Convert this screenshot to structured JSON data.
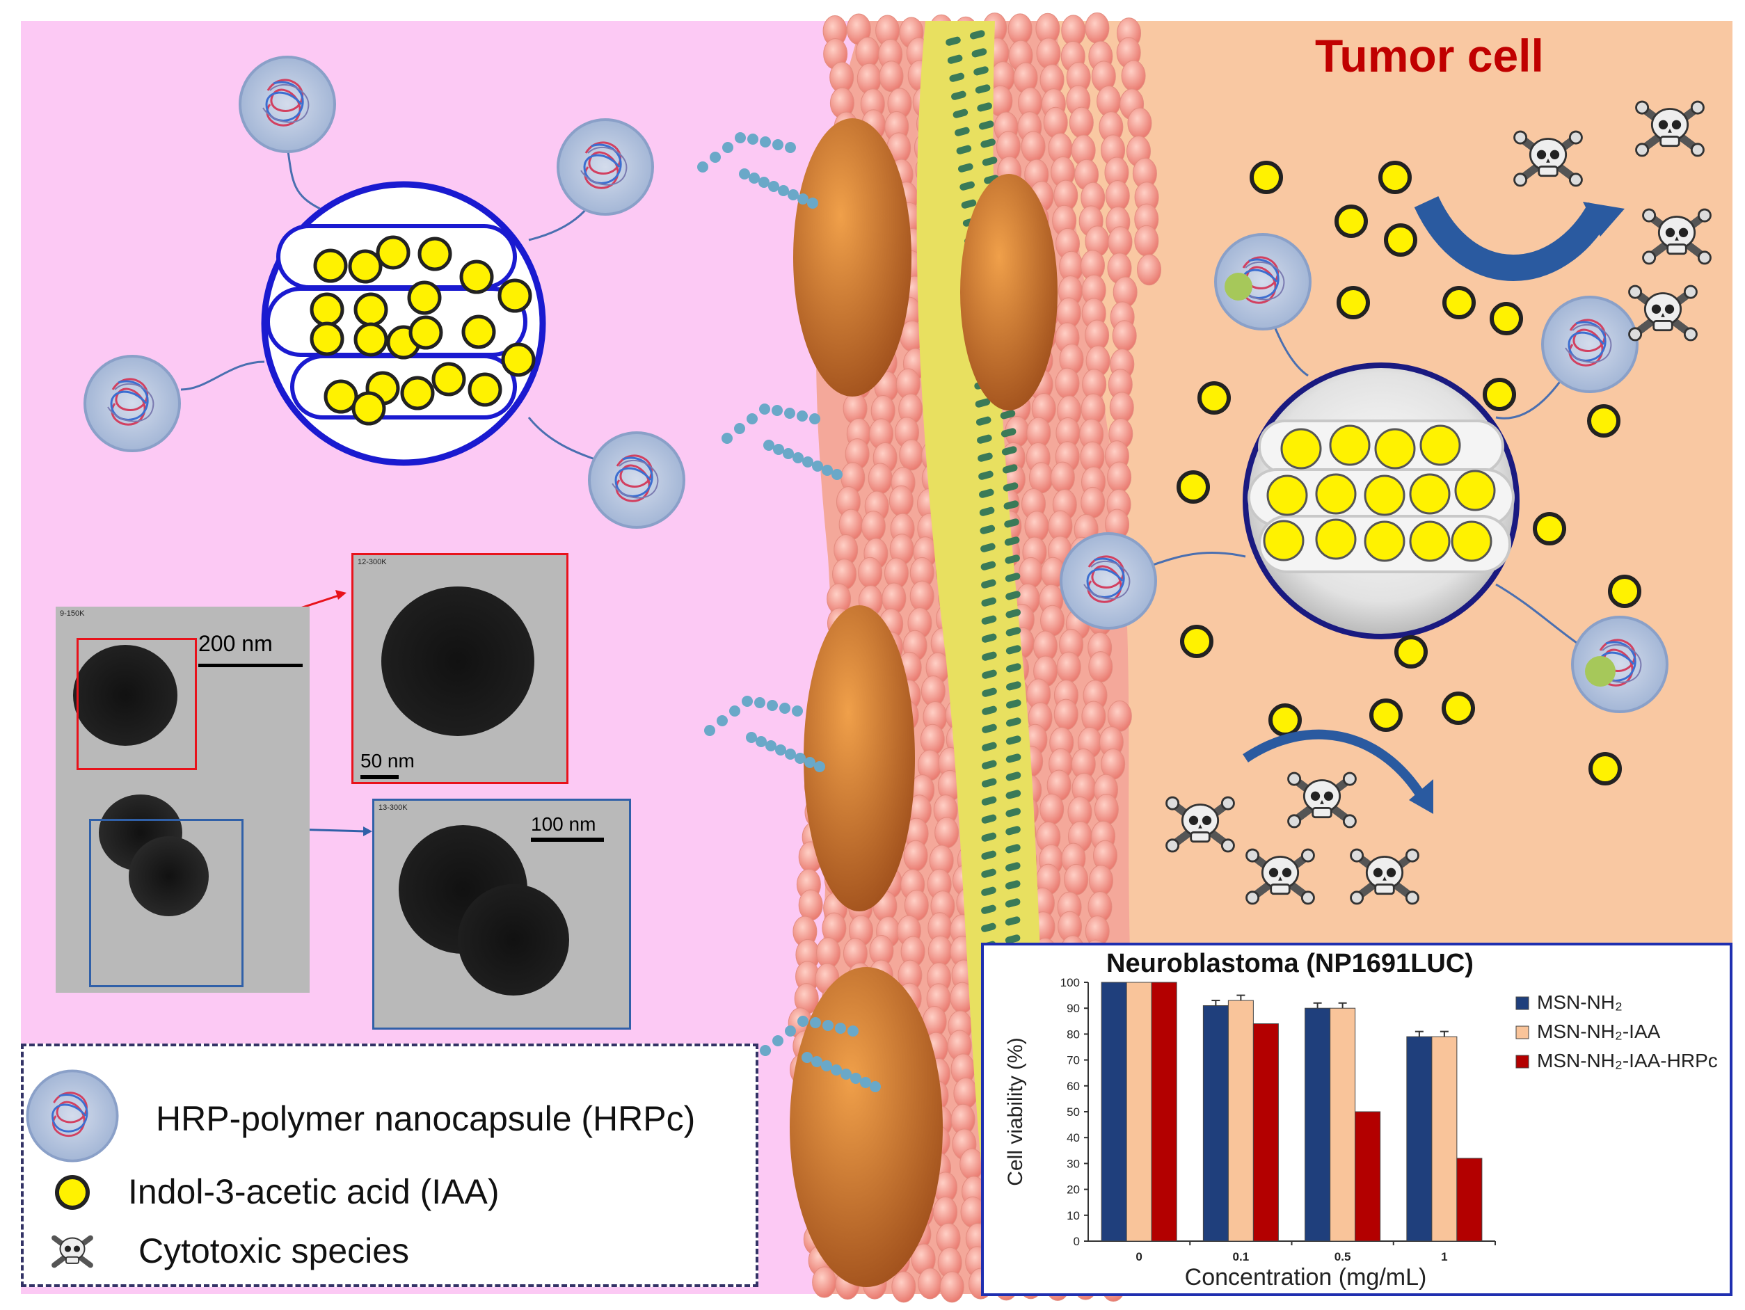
{
  "title": "Tumor cell",
  "tem": {
    "main_corner": "9-150K",
    "main_scale": "200 nm",
    "zoom1_corner": "12-300K",
    "zoom1_scale": "50 nm",
    "zoom2_corner": "13-300K",
    "zoom2_scale": "100 nm"
  },
  "legend": {
    "items": [
      {
        "icon": "nanocapsule-icon",
        "label": "HRP-polymer  nanocapsule (HRPc)"
      },
      {
        "icon": "iaa-dot-icon",
        "label": "Indol-3-acetic acid (IAA)"
      },
      {
        "icon": "skull-icon",
        "label": "Cytotoxic species"
      }
    ]
  },
  "colors": {
    "left_bg": "#fcc9f4",
    "right_bg": "#f9c8a2",
    "iaa_yellow": "#fff200",
    "msn_blue": "#1f3a8a",
    "red_arrow": "#e8121b"
  },
  "chart_data": {
    "type": "bar",
    "title": "Neuroblastoma (NP1691LUC)",
    "xlabel": "Concentration  (mg/mL)",
    "ylabel": "Cell viability  (%)",
    "ylim": [
      0,
      100
    ],
    "yticks": [
      "0",
      "10",
      "20",
      "30",
      "40",
      "50",
      "60",
      "70",
      "80",
      "90",
      "100"
    ],
    "categories": [
      "0",
      "0.1",
      "0.5",
      "1"
    ],
    "series": [
      {
        "name": "MSN-NH₂",
        "color": "#1f3f7c",
        "values": [
          100,
          91,
          90,
          79
        ],
        "errors": [
          0,
          2,
          2,
          2
        ]
      },
      {
        "name": "MSN-NH₂-IAA",
        "color": "#f9c49a",
        "values": [
          100,
          93,
          90,
          79
        ],
        "errors": [
          0,
          2,
          2,
          2
        ]
      },
      {
        "name": "MSN-NH₂-IAA-HRPc",
        "color": "#b30000",
        "values": [
          100,
          84,
          50,
          32
        ],
        "errors": [
          0,
          0,
          0,
          0
        ]
      }
    ],
    "legend": "right",
    "grid": false
  }
}
